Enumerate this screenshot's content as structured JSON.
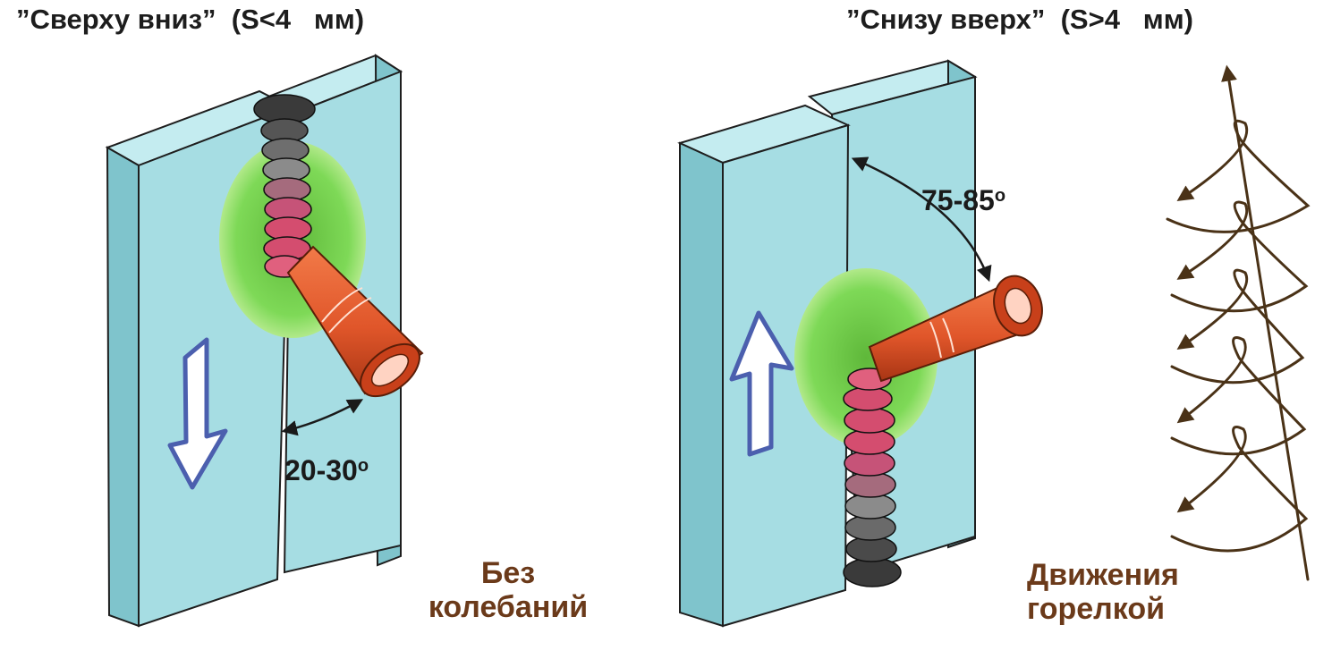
{
  "left": {
    "title": "”Сверху вниз”  (S<4   мм)",
    "angle": "20-30",
    "degree_mark": "o",
    "caption_line1": "Без",
    "caption_line2": "колебаний"
  },
  "right": {
    "title": "”Снизу вверх”  (S>4   мм)",
    "angle": "75-85",
    "degree_mark": "o",
    "caption_line1": "Движения",
    "caption_line2": "горелкой"
  },
  "colors": {
    "plate_face": "#a6dde3",
    "plate_side": "#7fc4cc",
    "plate_top": "#c4ecf0",
    "plate_edge": "#1e1e1e",
    "torch": "#e0562a",
    "torch_dark": "#a83514",
    "torch_inner": "#ffd3c2",
    "weld_pool": "#7ed957",
    "bead_pink": "#d44d6f",
    "bead_dark": "#3a3a3a",
    "arrow_blue": "#4b5fae",
    "caption_brown": "#6b3a1a",
    "motion_path": "#4a3217"
  }
}
